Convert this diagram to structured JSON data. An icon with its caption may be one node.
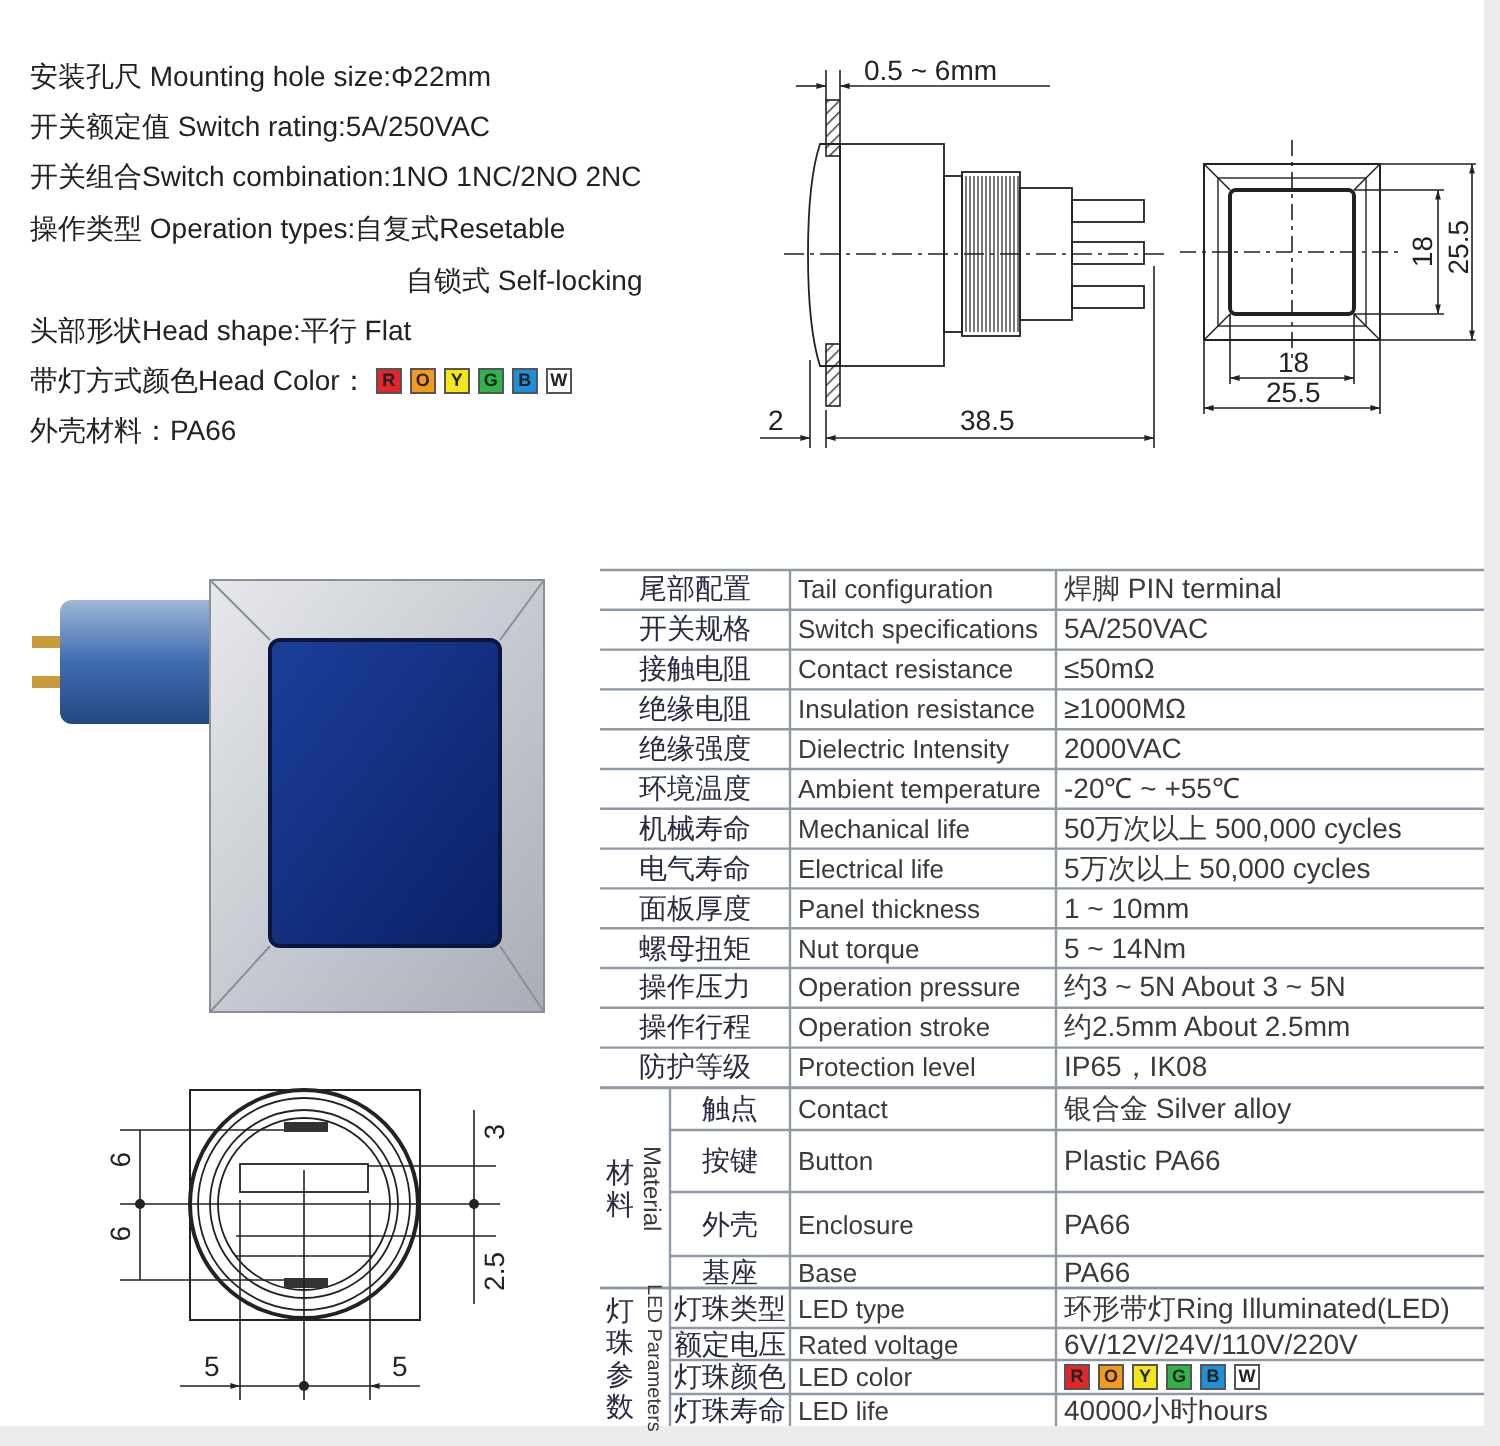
{
  "diagram": {
    "labels": [
      "安装孔尺 Mounting hole size:Φ22mm",
      "开关额定值 Switch rating:5A/250VAC",
      "开关组合Switch combination:1NO 1NC/2NO 2NC",
      "操作类型 Operation types:自复式Resetable",
      "自锁式 Self-locking",
      "头部形状Head shape:平行 Flat",
      "带灯方式颜色Head Color：",
      "R",
      "O",
      "Y",
      "G",
      "B",
      "W",
      "外壳材料：PA66",
      "0.5 ~ 6mm",
      "18",
      "25.5",
      "18",
      "25.5",
      "2",
      "38.5",
      "6",
      "6",
      "3",
      "2.5",
      "5",
      "5",
      "尾部配置",
      "Tail configuration",
      "焊脚 PIN terminal",
      "开关规格",
      "Switch specifications",
      "5A/250VAC",
      "接触电阻",
      "Contact resistance",
      "≤50mΩ",
      "绝缘电阻",
      "Insulation resistance",
      "≥1000MΩ",
      "绝缘强度",
      "Dielectric Intensity",
      "2000VAC",
      "环境温度",
      "Ambient temperature",
      "-20℃ ~ +55℃",
      "机械寿命",
      "Mechanical life",
      "50万次以上 500,000 cycles",
      "电气寿命",
      "Electrical life",
      "5万次以上 50,000 cycles",
      "面板厚度",
      "Panel thickness",
      "1 ~ 10mm",
      "螺母扭矩",
      "Nut torque",
      "5 ~ 14Nm",
      "操作压力",
      "Operation pressure",
      "约3 ~ 5N About 3 ~ 5N",
      "操作行程",
      "Operation stroke",
      "约2.5mm About 2.5mm",
      "防护等级",
      "Protection level",
      "IP65，IK08",
      "材料",
      "Material",
      "触点",
      "Contact",
      "银合金 Silver alloy",
      "按键",
      "Button",
      "Plastic PA66",
      "外壳",
      "Enclosure",
      "PA66",
      "基座",
      "Base",
      "PA66",
      "灯珠参数",
      "LED Parameters",
      "灯珠类型",
      "LED type",
      "环形带灯Ring Illuminated(LED)",
      "额定电压",
      "Rated voltage",
      "6V/12V/24V/110V/220V",
      "灯珠颜色",
      "LED color",
      "R",
      "O",
      "Y",
      "G",
      "B",
      "W",
      "灯珠寿命",
      "LED life",
      "40000小时hours"
    ]
  }
}
